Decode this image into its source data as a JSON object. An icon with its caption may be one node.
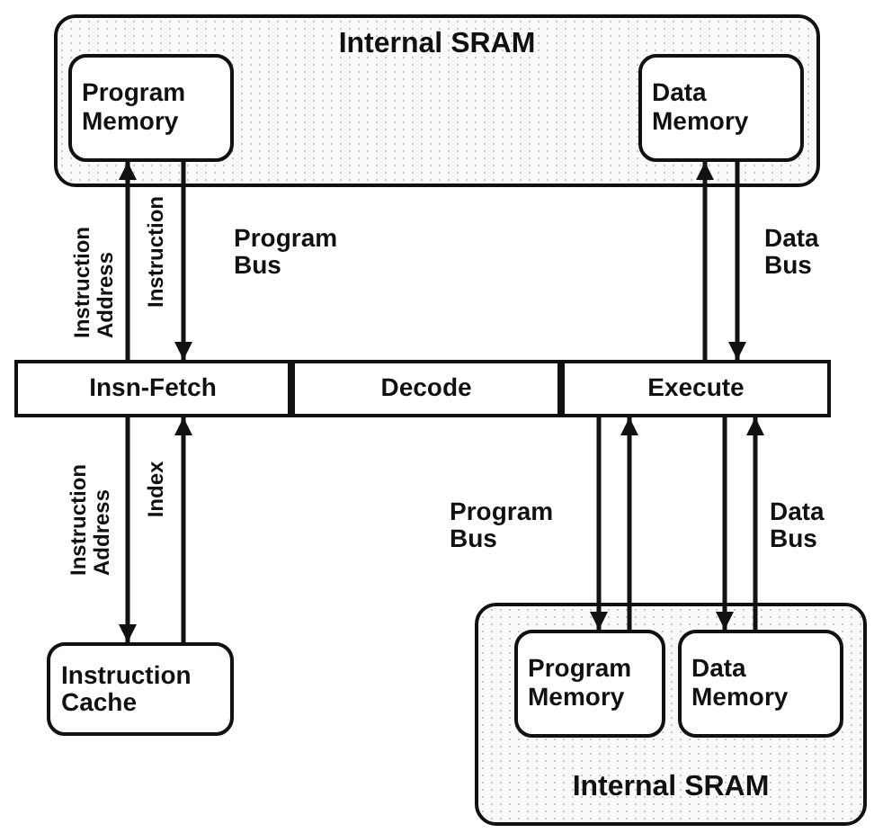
{
  "diagram": {
    "nodes": [
      {
        "text": [
          "Internal SRAM"
        ]
      },
      {
        "text": [
          "Program Memory"
        ],
        "in": 0
      },
      {
        "text": [
          "Data Memory"
        ],
        "in": 0
      },
      {
        "text": [
          "Insn-Fetch"
        ]
      },
      {
        "text": [
          "Decode"
        ]
      },
      {
        "text": [
          "Execute"
        ]
      },
      {
        "text": [
          "Instruction Cache"
        ]
      },
      {
        "text": [
          "Internal SRAM"
        ]
      },
      {
        "text": [
          "Program Memory"
        ],
        "in": 7
      },
      {
        "text": [
          "Data Memory"
        ],
        "in": 7
      }
    ],
    "edges": [
      {
        "from": 3,
        "to": 1,
        "arrow": "to",
        "label": "Instruction Address"
      },
      {
        "from": 1,
        "to": 3,
        "arrow": "to",
        "label": "Instruction"
      },
      {
        "from": 5,
        "to": 2,
        "arrow": "to"
      },
      {
        "from": 2,
        "to": 5,
        "arrow": "to"
      },
      {
        "from": 3,
        "to": 6,
        "arrow": "to",
        "label": "Instruction Address"
      },
      {
        "from": 6,
        "to": 3,
        "arrow": "to",
        "label": "Index"
      },
      {
        "from": 5,
        "to": 8,
        "arrow": "to"
      },
      {
        "from": 8,
        "to": 5,
        "arrow": "to"
      },
      {
        "from": 5,
        "to": 9,
        "arrow": "to"
      },
      {
        "from": 9,
        "to": 5,
        "arrow": "to"
      }
    ],
    "labels": [
      "Program Bus",
      "Data Bus",
      "Program Bus",
      "Data Bus"
    ]
  }
}
